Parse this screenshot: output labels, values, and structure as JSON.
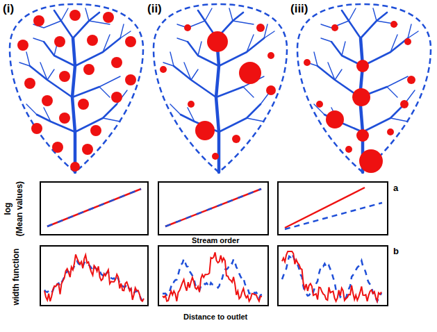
{
  "diagram": {
    "labels": [
      "(i)",
      "(ii)",
      "(iii)",
      "a",
      "log",
      "(Mean values)",
      "Stream order",
      "width function",
      "b",
      "Distance to outlet"
    ]
  }
}
